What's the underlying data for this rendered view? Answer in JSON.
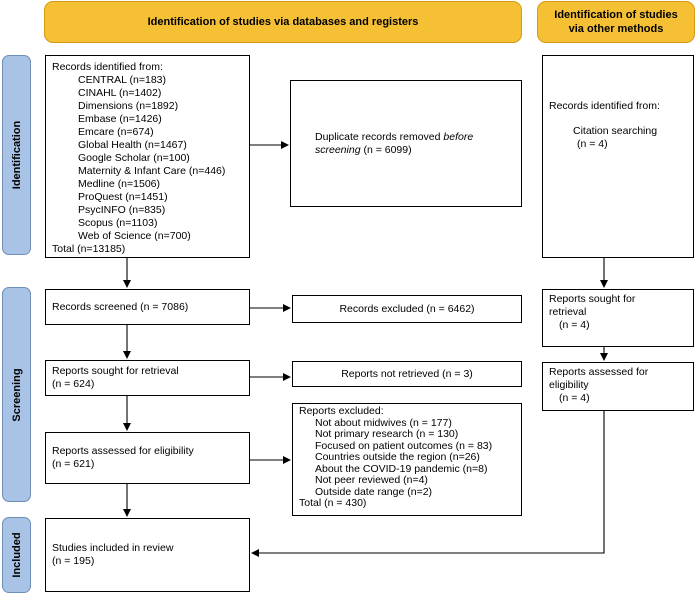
{
  "headers": {
    "databases": "Identification of studies via databases and registers",
    "other_line1": "Identification of studies",
    "other_line2": "via other methods"
  },
  "phases": {
    "identification": "Identification",
    "screening": "Screening",
    "included": "Included"
  },
  "records_identified": {
    "title": "Records identified from:",
    "sources": [
      "CENTRAL (n=183)",
      "CINAHL (n=1402)",
      "Dimensions (n=1892)",
      "Embase (n=1426)",
      "Emcare (n=674)",
      "Global Health (n=1467)",
      "Google Scholar (n=100)",
      "Maternity & Infant Care (n=446)",
      "Medline (n=1506)",
      "ProQuest (n=1451)",
      "PsycINFO (n=835)",
      "Scopus (n=1103)",
      "Web of Science (n=700)"
    ],
    "total": "Total (n=13185)"
  },
  "duplicates": {
    "pre": "Duplicate records removed ",
    "emph": "before",
    "post1": "screening",
    "post2": " (n = 6099)"
  },
  "other_records": {
    "title": "Records identified from:",
    "method": "Citation searching",
    "count": "(n = 4)"
  },
  "records_screened": "Records screened (n = 7086)",
  "records_excluded": "Records excluded (n = 6462)",
  "other_sought": {
    "line1": "Reports sought for",
    "line2": "retrieval",
    "line3": "(n = 4)"
  },
  "sought": {
    "line1": "Reports sought for retrieval",
    "line2": "(n = 624)"
  },
  "not_retrieved": "Reports not retrieved (n = 3)",
  "other_assessed": {
    "line1": "Reports assessed for",
    "line2": "eligibility",
    "line3": "(n = 4)"
  },
  "assessed": {
    "line1": "Reports assessed for eligibility",
    "line2": "(n = 621)"
  },
  "reports_excluded": {
    "title": "Reports excluded:",
    "reasons": [
      "Not about midwives (n = 177)",
      "Not primary research (n = 130)",
      "Focused on patient outcomes (n = 83)",
      "Countries outside the region (n=26)",
      "About the COVID-19 pandemic (n=8)",
      "Not peer reviewed (n=4)",
      "Outside date range (n=2)"
    ],
    "total": "Total (n = 430)"
  },
  "included": {
    "line1": "Studies included in review",
    "line2": "(n = 195)"
  }
}
